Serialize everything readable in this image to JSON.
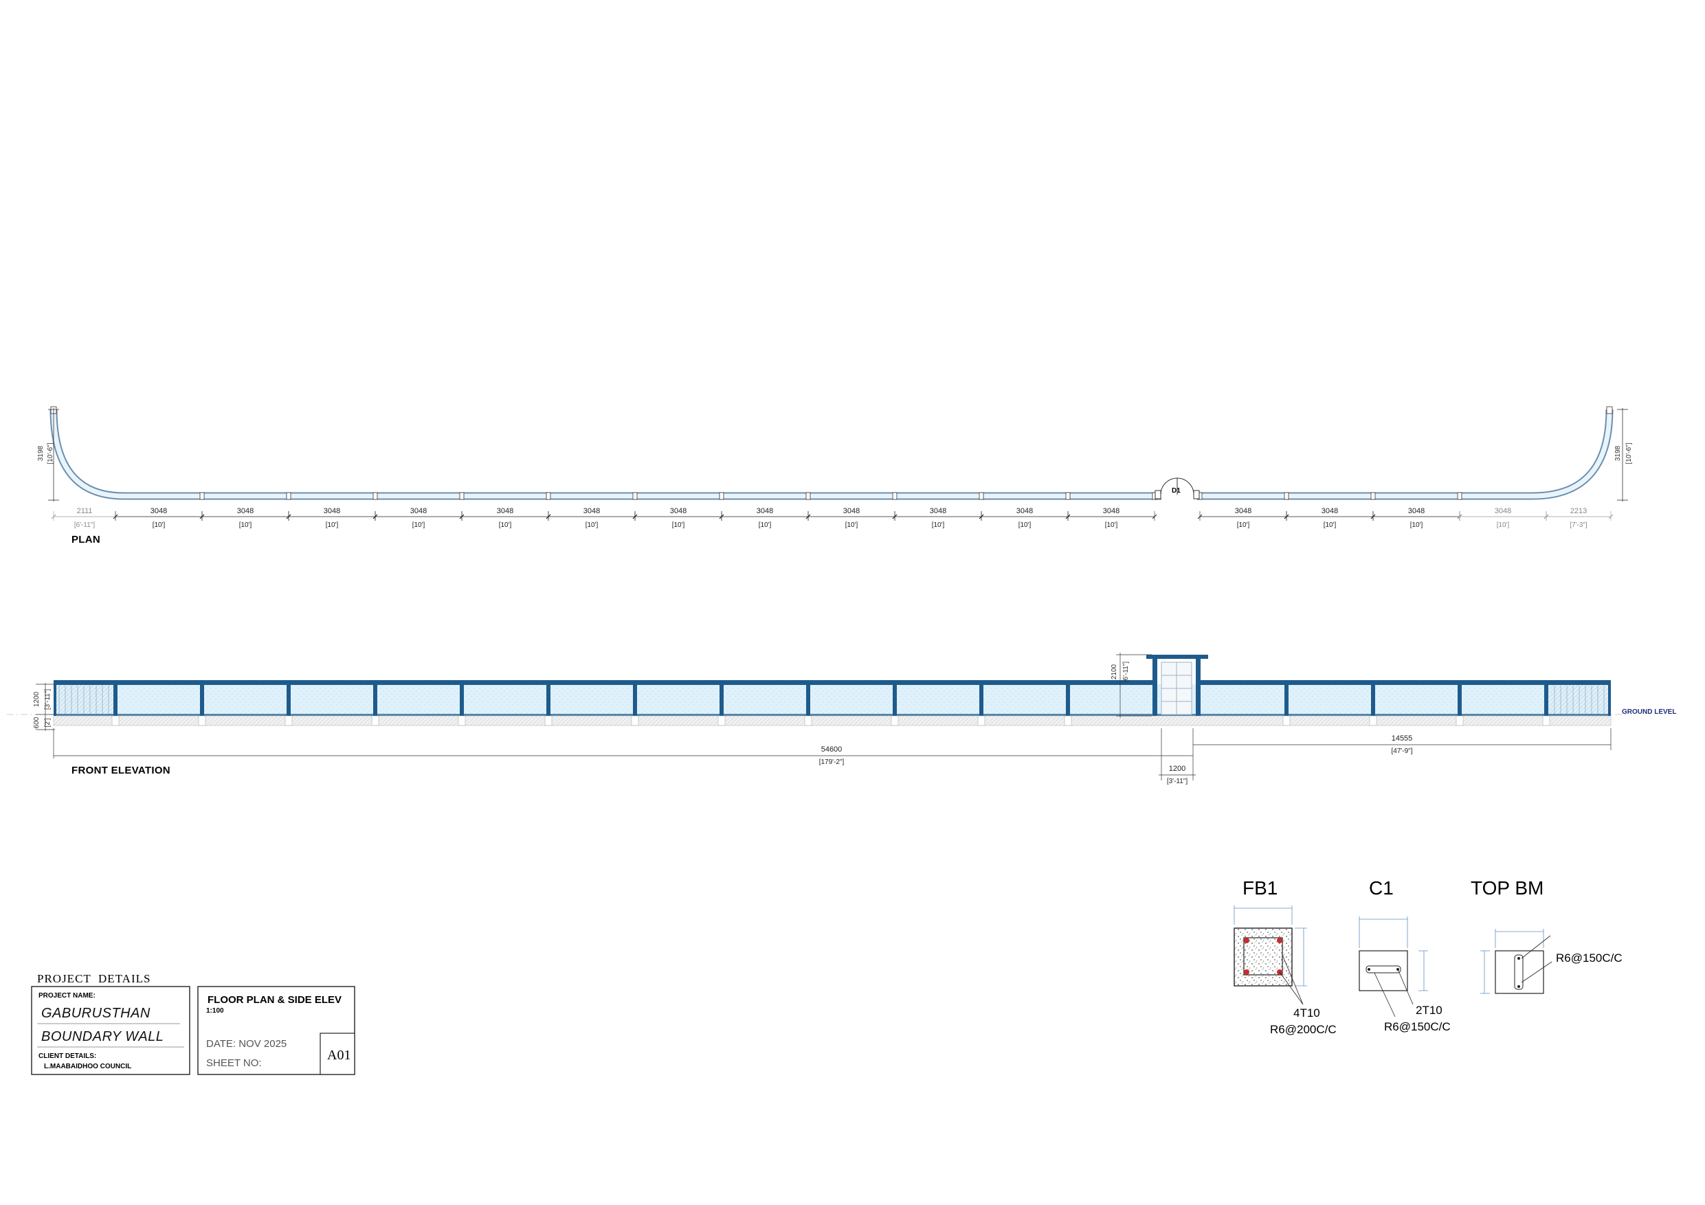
{
  "plan": {
    "label": "PLAN",
    "height_left": "3198",
    "height_left_imp": "[10'-6\"]",
    "height_right": "3198",
    "height_right_imp": "[10'-6\"]",
    "gate_tag": "D1",
    "segments": [
      {
        "mm": "2111",
        "imp": "[6'-11\"]",
        "muted": true
      },
      {
        "mm": "3048",
        "imp": "[10']"
      },
      {
        "mm": "3048",
        "imp": "[10']"
      },
      {
        "mm": "3048",
        "imp": "[10']"
      },
      {
        "mm": "3048",
        "imp": "[10']"
      },
      {
        "mm": "3048",
        "imp": "[10']"
      },
      {
        "mm": "3048",
        "imp": "[10']"
      },
      {
        "mm": "3048",
        "imp": "[10']"
      },
      {
        "mm": "3048",
        "imp": "[10']"
      },
      {
        "mm": "3048",
        "imp": "[10']"
      },
      {
        "mm": "3048",
        "imp": "[10']"
      },
      {
        "mm": "3048",
        "imp": "[10']"
      },
      {
        "mm": "3048",
        "imp": "[10']"
      },
      {
        "mm": "3048",
        "imp": "[10']"
      },
      {
        "mm": "3048",
        "imp": "[10']"
      },
      {
        "mm": "3048",
        "imp": "[10']"
      },
      {
        "mm": "3048",
        "imp": "[10']",
        "muted": true
      },
      {
        "mm": "2213",
        "imp": "[7'-3\"]",
        "muted": true
      }
    ]
  },
  "elevation": {
    "label": "FRONT ELEVATION",
    "wall_height": "1200",
    "wall_height_imp": "[3'-11\"]",
    "footing_height": "600",
    "footing_height_imp": "[2']",
    "gate_height": "2100",
    "gate_height_imp": "[6'-11\"]",
    "ground_label": "GROUND LEVEL",
    "overall": "54600",
    "overall_imp": "[179'-2\"]",
    "gate_width": "1200",
    "gate_width_imp": "[3'-11\"]",
    "right_run": "14555",
    "right_run_imp": "[47'-9\"]"
  },
  "sections": [
    {
      "title": "FB1",
      "notes": [
        "4T10",
        "R6@200C/C"
      ]
    },
    {
      "title": "C1",
      "notes": [
        "2T10",
        "R6@150C/C"
      ]
    },
    {
      "title": "TOP BM",
      "notes": [
        "R6@150C/C"
      ]
    }
  ],
  "title_block": {
    "heading": "PROJECT  DETAILS",
    "project_name_label": "PROJECT NAME:",
    "project_name_line1": "GABURUSTHAN",
    "project_name_line2": "BOUNDARY WALL",
    "client_label": "CLIENT DETAILS:",
    "client_name": "L.MAABAIDHOO COUNCIL",
    "drawing_title": "FLOOR PLAN & SIDE ELEV",
    "scale": "1:100",
    "date": "DATE: NOV 2025",
    "sheet_label": "SHEET NO:",
    "sheet_number": "A01"
  },
  "colors": {
    "wall_blue": "#1e5b8c",
    "panel_fill": "#dff1fb",
    "footing_fill": "#efefef",
    "dim_blue": "#5f8fc8",
    "rebar_red": "#cc2b2b"
  }
}
